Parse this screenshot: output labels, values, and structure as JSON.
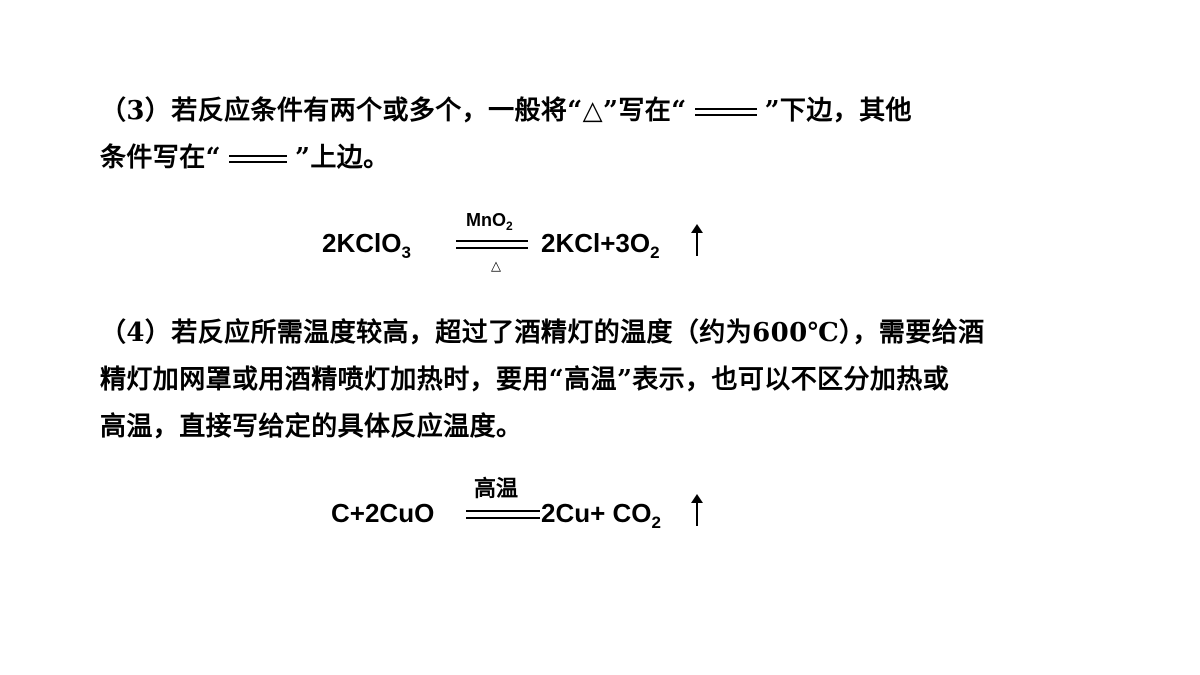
{
  "section3": {
    "line1_a": "（3）若反应条件有两个或多个，一般将“△”写在“",
    "line1_b": "”下边，其他",
    "line2_a": "条件写在“",
    "line2_b": "”上边。"
  },
  "equation1": {
    "reactant_main": "2KClO",
    "reactant_sub": "3",
    "condition_top_main": "MnO",
    "condition_top_sub": "2",
    "condition_bottom": "△",
    "product_a": "2KCl+3O",
    "product_sub": "2",
    "gas_symbol": "↑"
  },
  "section4": {
    "line1": "（4）若反应所需温度较高，超过了酒精灯的温度（约为600℃），需要给酒",
    "line2": "精灯加网罩或用酒精喷灯加热时，要用“高温”表示，也可以不区分加热或",
    "line3": "高温，直接写给定的具体反应温度。"
  },
  "equation2": {
    "reactants": "C+2CuO",
    "condition_top": "高温",
    "product_a": "2Cu+ CO",
    "product_sub": "2",
    "gas_symbol": "↑"
  }
}
